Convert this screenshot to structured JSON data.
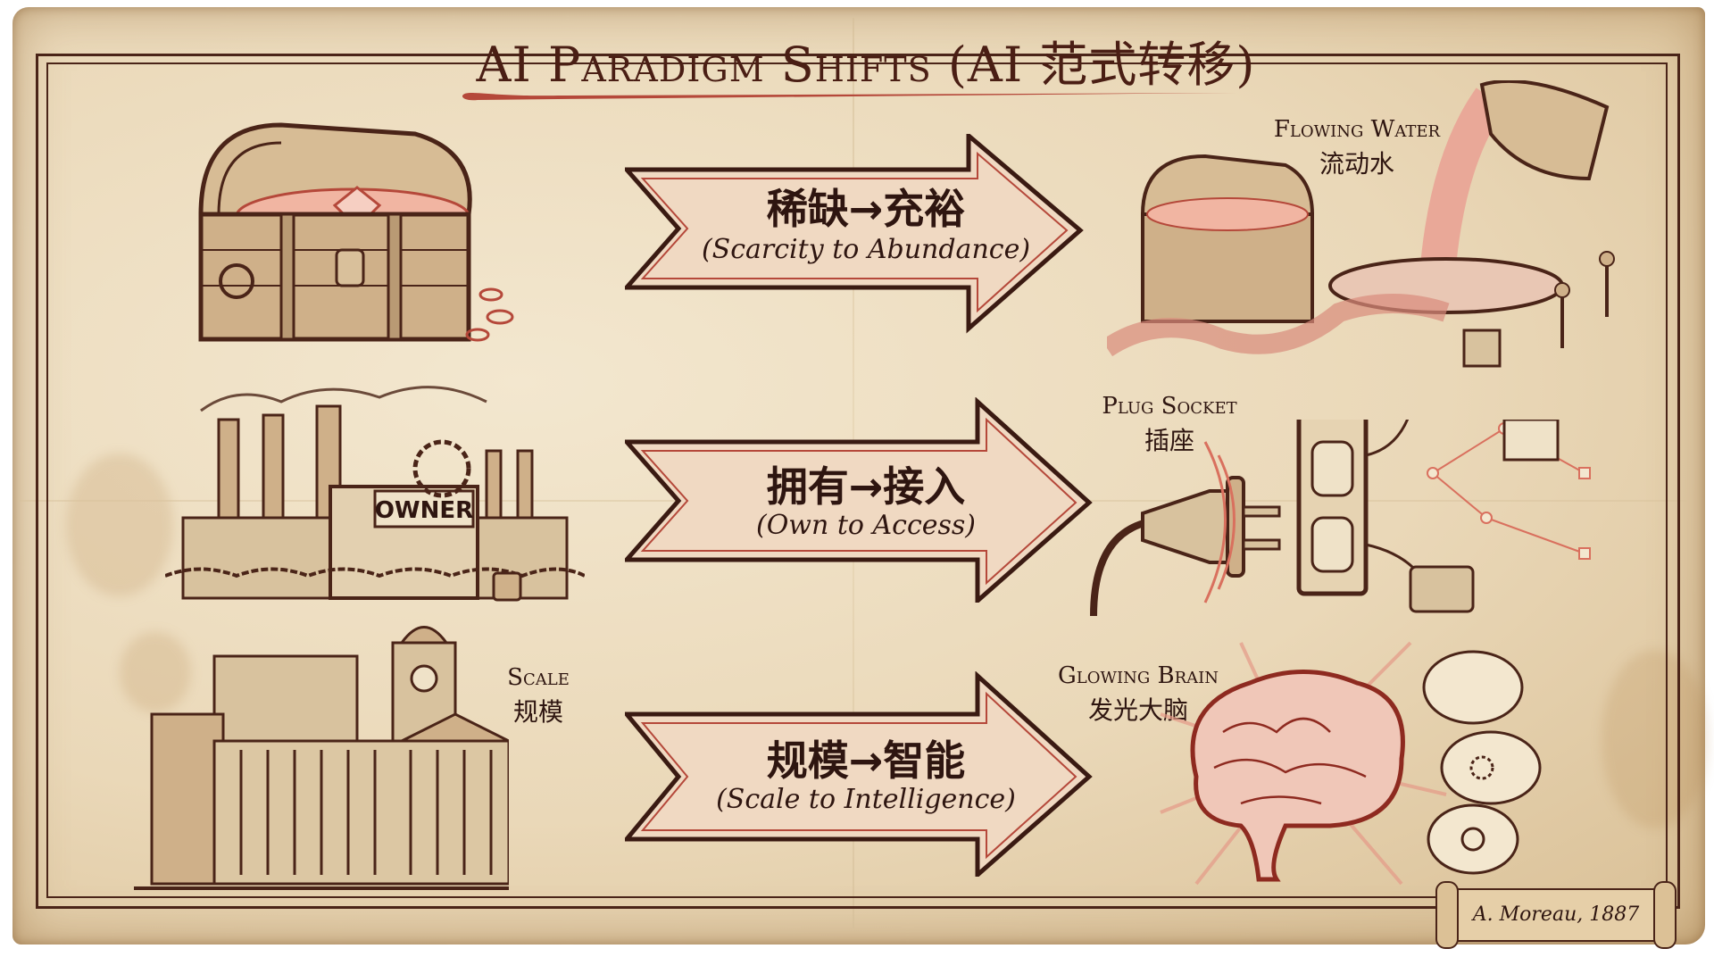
{
  "title": "AI Paradigm Shifts (AI 范式转移)",
  "palette": {
    "ink": "#4a1e14",
    "accent_red": "#b5483a",
    "paper": "#ead8b8",
    "arrow_fill": "#f0d9c2"
  },
  "rows": [
    {
      "left_illustration": "treasure-chest",
      "left_label": null,
      "arrow": {
        "zh": "稀缺→充裕",
        "en": "(Scarcity to Abundance)"
      },
      "right_illustration": "flowing-water",
      "right_label": {
        "en": "Flowing Water",
        "zh": "流动水"
      }
    },
    {
      "left_illustration": "factory-owner",
      "left_sign": "OWNER",
      "arrow": {
        "zh": "拥有→接入",
        "en": "(Own to Access)"
      },
      "right_illustration": "plug-socket",
      "right_label": {
        "en": "Plug Socket",
        "zh": "插座"
      }
    },
    {
      "left_illustration": "grand-building",
      "left_label": {
        "en": "Scale",
        "zh": "规模"
      },
      "arrow": {
        "zh": "规模→智能",
        "en": "(Scale to Intelligence)"
      },
      "right_illustration": "glowing-brain",
      "right_label": {
        "en": "Glowing Brain",
        "zh": "发光大脑"
      }
    }
  ],
  "signature": "A. Moreau, 1887"
}
